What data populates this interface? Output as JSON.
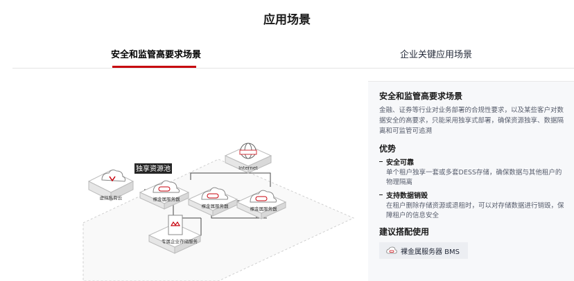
{
  "page": {
    "title": "应用场景"
  },
  "tabs": [
    {
      "label": "安全和监管高要求场景",
      "active": true
    },
    {
      "label": "企业关键应用场景",
      "active": false
    }
  ],
  "illustration": {
    "pool_label": "独享资源池",
    "private_cloud": "虚拟私有云",
    "internet": "Internet",
    "bms1": "裸金属服务器",
    "bms2": "裸金属服务器",
    "bms3": "裸金属服务器",
    "storage": "专属企业存储服务"
  },
  "panel": {
    "scenario_title": "安全和监管高要求场景",
    "scenario_desc": "金融、证券等行业对业务部署的合规性要求，以及某些客户对数据安全的高要求，只能采用独享式部署，确保资源独享、数据隔离和可监管可追溯",
    "advantages_title": "优势",
    "advantages": [
      {
        "title": "安全可靠",
        "text": "单个租户独享一套或多套DESS存储，确保数据与其他租户的物理隔离"
      },
      {
        "title": "支持数据销毁",
        "text": "在租户删除存储资源或退租时，可以对存储数据进行销毁，保障租户的信息安全"
      }
    ],
    "recommend_title": "建议搭配使用",
    "recommend_item": "裸金属服务器 BMS"
  },
  "colors": {
    "accent": "#c7000b",
    "text": "#252b3a",
    "panel_bg": "#f7f8fa"
  }
}
